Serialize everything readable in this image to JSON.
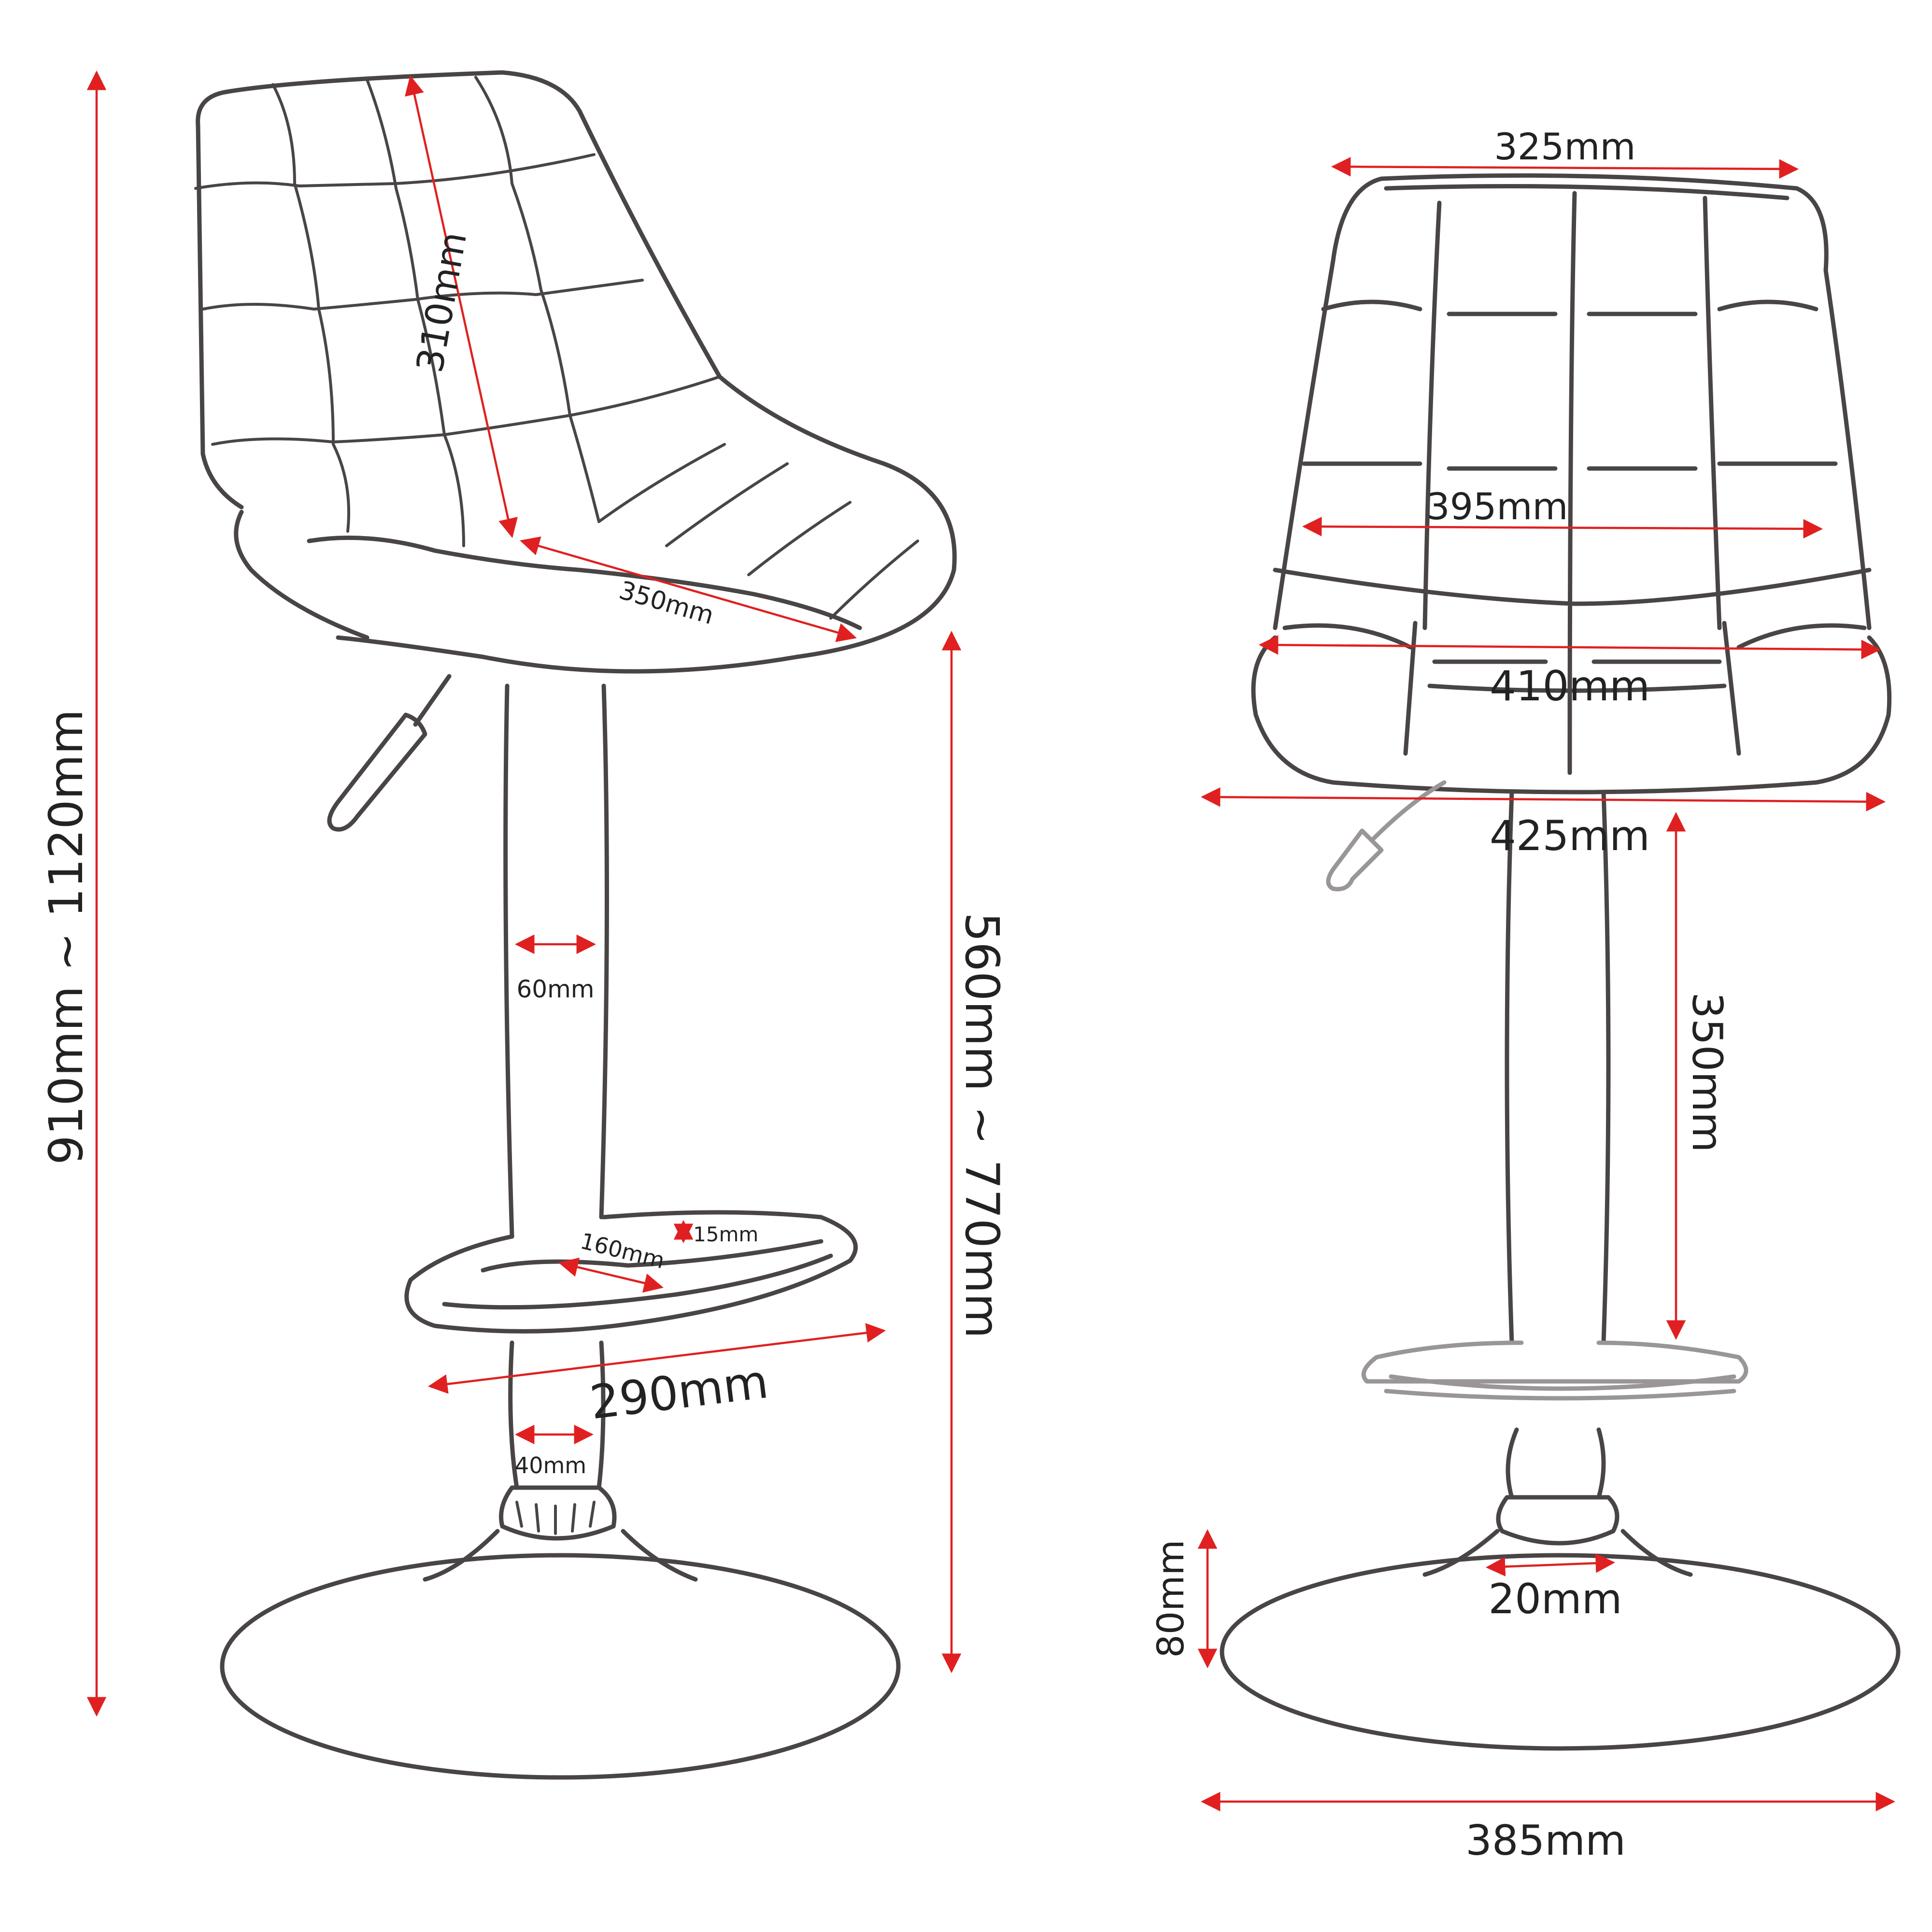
{
  "colors": {
    "line": "#4a4545",
    "dimension": "#e02020",
    "label": "#222222",
    "background": "#ffffff"
  },
  "side_view": {
    "total_height": "910mm ~ 1120mm",
    "seat_height": "560mm ~ 770mm",
    "backrest_height": "310mm",
    "seat_depth": "350mm",
    "column_diameter": "60mm",
    "footrest_width": "160mm",
    "footrest_thickness": "15mm",
    "footrest_diameter": "290mm",
    "lower_column_diameter": "40mm"
  },
  "front_view": {
    "backrest_top_width": "325mm",
    "backrest_width": "395mm",
    "seat_width": "410mm",
    "overall_width": "425mm",
    "seat_to_footrest": "350mm",
    "base_height": "80mm",
    "base_collar": "20mm",
    "base_diameter": "385mm"
  }
}
